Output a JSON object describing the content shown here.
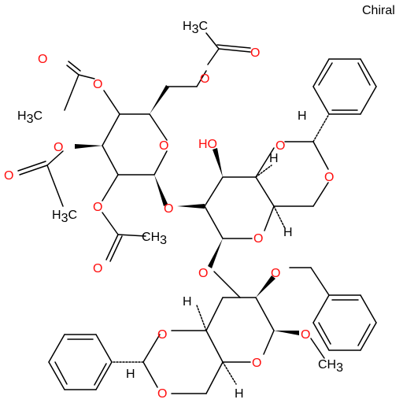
{
  "annotation": "Chiral",
  "atoms": {
    "oxygen": "O",
    "hydrogen": "H",
    "methyl_c": "C",
    "methyl_h": "H",
    "methyl_sub": "3",
    "hydroxyl": "HO",
    "methoxy_c": "CH",
    "methoxy_sub": "3"
  },
  "colors": {
    "bond": "#000000",
    "oxygen": "#ff0d0d",
    "carbon_hydrogen": "#000000",
    "background": "#ffffff"
  }
}
